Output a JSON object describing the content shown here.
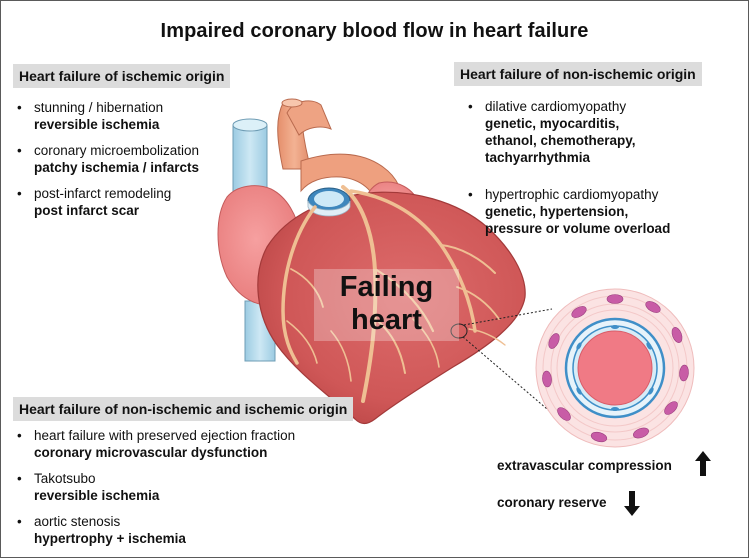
{
  "title": "Impaired coronary blood flow in heart failure",
  "center_label": [
    "Failing",
    "heart"
  ],
  "ischemic": {
    "header": "Heart failure of ischemic origin",
    "items": [
      {
        "text": "stunning / hibernation",
        "bold": "reversible ischemia"
      },
      {
        "text": "coronary microembolization",
        "bold": "patchy ischemia / infarcts"
      },
      {
        "text": "post-infarct remodeling",
        "bold": "post infarct scar"
      }
    ]
  },
  "non_ischemic": {
    "header": "Heart failure of non-ischemic origin",
    "items": [
      {
        "text": "dilative cardiomyopathy",
        "bold": [
          "genetic, myocarditis,",
          "ethanol, chemotherapy,",
          "tachyarrhythmia"
        ]
      },
      {
        "text": "hypertrophic cardiomyopathy",
        "bold": [
          "genetic, hypertension,",
          "pressure or volume overload"
        ]
      }
    ]
  },
  "mixed": {
    "header": "Heart failure of non-ischemic and ischemic origin",
    "items": [
      {
        "text": "heart failure with preserved ejection fraction",
        "bold": "coronary microvascular dysfunction"
      },
      {
        "text": "Takotsubo",
        "bold": "reversible ischemia"
      },
      {
        "text": "aortic stenosis",
        "bold": "hypertrophy + ischemia"
      }
    ]
  },
  "effects": {
    "compression": {
      "label": "extravascular compression",
      "direction": "up"
    },
    "reserve": {
      "label": "coronary reserve",
      "direction": "down"
    }
  },
  "colors": {
    "header_bg": "#dcdcdc",
    "myocardium": "#d65c5c",
    "atrium": "#ef8a8a",
    "aorta": "#eaa07e",
    "vena_cava": "#b5d8ea",
    "coronary": "#efbf93",
    "vessel_lumen": "#f07a85",
    "vessel_wall": "#3f8fc8"
  }
}
